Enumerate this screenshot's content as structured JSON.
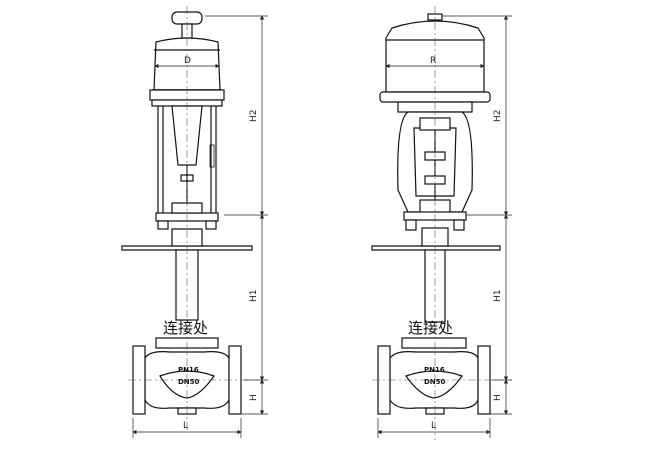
{
  "drawing": {
    "left_view": {
      "dim_actuator_width": "D",
      "dim_upper_height": "H2",
      "dim_lower_height": "H1",
      "dim_center_height": "H",
      "dim_length": "L",
      "connection_label": "连接处",
      "body_marking_pressure": "PN16",
      "body_marking_size": "DN50"
    },
    "right_view": {
      "dim_actuator_width": "R",
      "dim_upper_height": "H2",
      "dim_lower_height": "H1",
      "dim_center_height": "H",
      "dim_length": "L",
      "connection_label": "连接处",
      "body_marking_pressure": "PN16",
      "body_marking_size": "DN50"
    }
  }
}
